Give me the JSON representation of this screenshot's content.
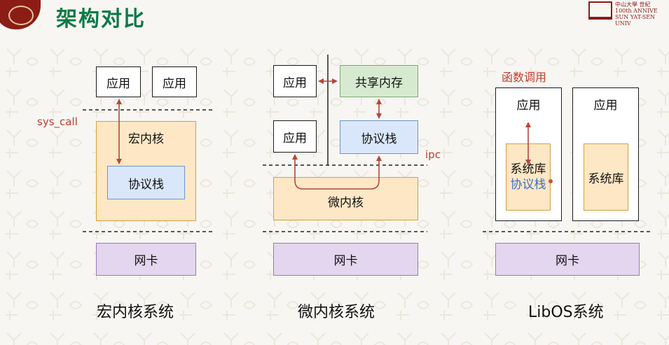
{
  "header": {
    "title": "架构对比",
    "logo_lines": [
      "中山大學 世紀",
      "100th ANNIVE",
      "SUN YAT-SEN UNIV"
    ]
  },
  "macro": {
    "app1": "应用",
    "app2": "应用",
    "kernel": "宏内核",
    "stack": "协议栈",
    "nic": "网卡",
    "syscall": "sys_call",
    "caption": "宏内核系统"
  },
  "micro": {
    "app1": "应用",
    "app2": "应用",
    "shared_memory": "共享内存",
    "stack": "协议栈",
    "kernel": "微内核",
    "ipc": "ipc",
    "nic": "网卡",
    "caption": "微内核系统"
  },
  "libos": {
    "function_call": "函数调用",
    "app1": "应用",
    "app2": "应用",
    "syslib1": "系统库",
    "stack": "协议栈",
    "syslib2": "系统库",
    "nic": "网卡",
    "caption": "LibOS系统"
  },
  "colors": {
    "title_green": "#0b7a45",
    "arrow_red": "#b5473a",
    "kernel_orange": "#fde7c4",
    "stack_blue": "#dae7fb",
    "memory_green": "#d6ead0",
    "nic_purple": "#e4d6ee"
  }
}
